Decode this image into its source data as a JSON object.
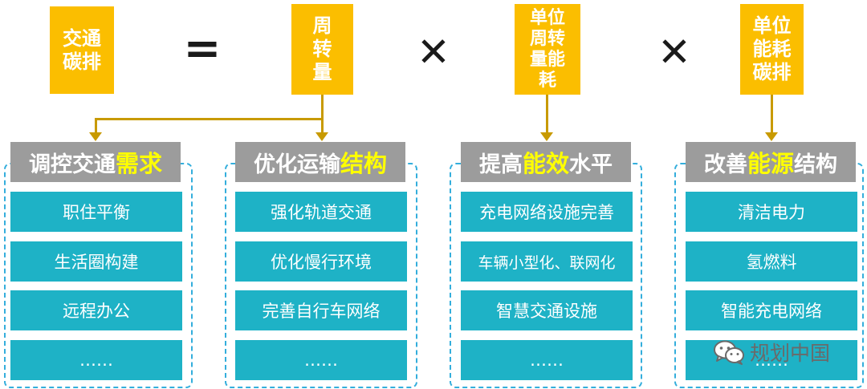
{
  "formula": {
    "result": "交通\n碳排",
    "equals": "=",
    "factor1": "周\n转\n量",
    "times1": "✕",
    "factor2": "单位\n周转\n量能\n耗",
    "times2": "✕",
    "factor3": "单位\n能耗\n碳排"
  },
  "panels": [
    {
      "title_pre": "调控交通",
      "title_hl": "需求",
      "title_post": "",
      "items": [
        "职住平衡",
        "生活圈构建",
        "远程办公",
        "……"
      ]
    },
    {
      "title_pre": "优化运输",
      "title_hl": "结构",
      "title_post": "",
      "items": [
        "强化轨道交通",
        "优化慢行环境",
        "完善自行车网络",
        "……"
      ]
    },
    {
      "title_pre": "提高",
      "title_hl": "能效",
      "title_post": "水平",
      "items": [
        "充电网络设施完善",
        "车辆小型化、联网化",
        "智慧交通设施",
        "……"
      ]
    },
    {
      "title_pre": "改善",
      "title_hl": "能源",
      "title_post": "结构",
      "items": [
        "清洁电力",
        "氢燃料",
        "智能充电网络",
        "……"
      ]
    }
  ],
  "watermark": {
    "text": "规划中国",
    "icon": "wechat-icon"
  },
  "colors": {
    "formula_box": "#fbbe00",
    "title_bar": "#9c9c9c",
    "highlight": "#ffff00",
    "item": "#1eb2c6",
    "connector": "#c89a00",
    "panel_border": "#34aedc"
  }
}
